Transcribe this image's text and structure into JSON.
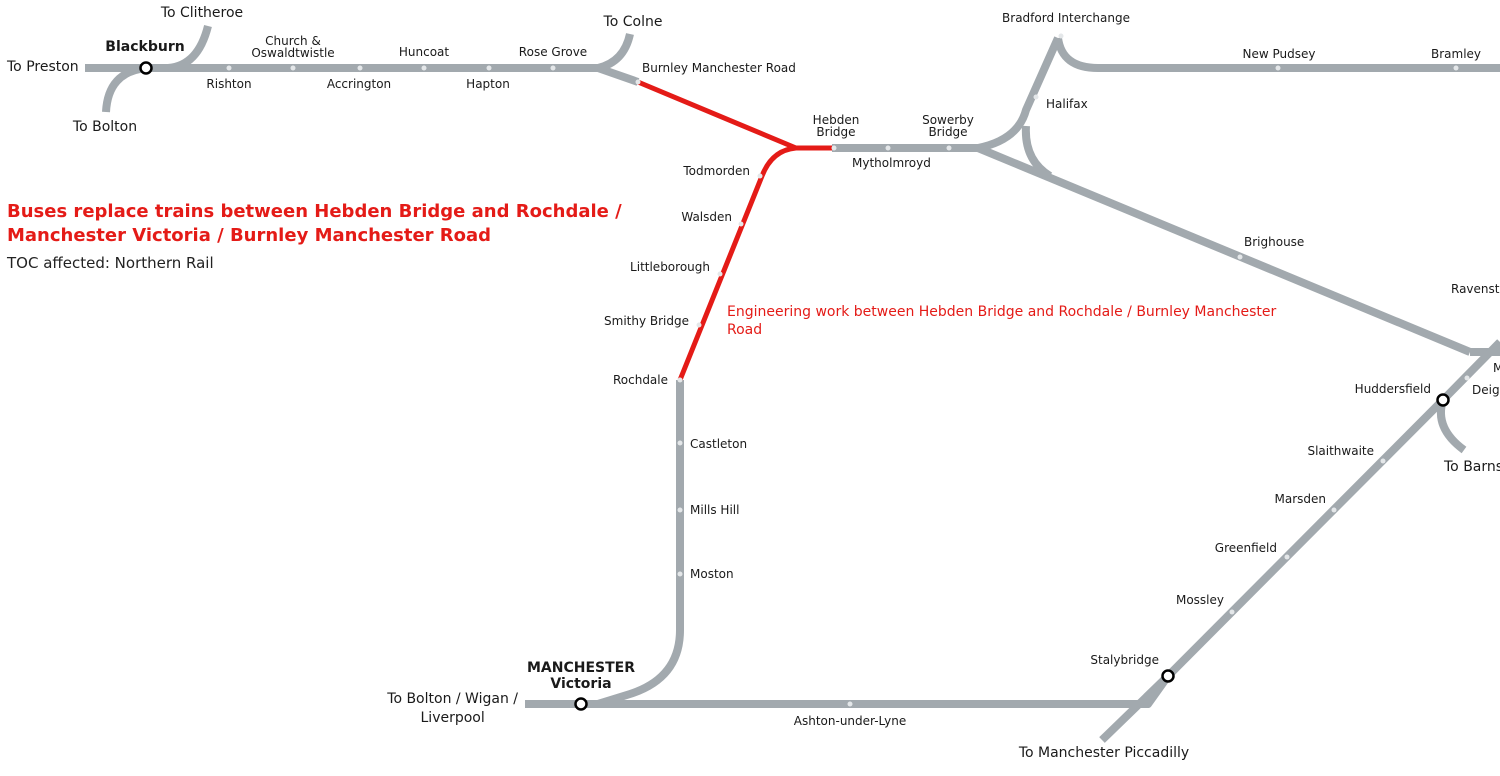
{
  "notice": {
    "title": "Buses replace trains between Hebden Bridge and Rochdale /\nManchester Victoria / Burnley Manchester Road",
    "toc": "TOC affected: Northern Rail",
    "engineering": "Engineering work between Hebden Bridge and Rochdale / Burnley Manchester Road"
  },
  "colors": {
    "track": "#a2a9ae",
    "affected": "#e41b17",
    "stop": "#e4e7e9",
    "interchange": "#000000"
  },
  "stations": {
    "blackburn": "Blackburn",
    "rishton": "Rishton",
    "church_oswaldtwistle": "Church &\nOswaldtwistle",
    "accrington": "Accrington",
    "huncoat": "Huncoat",
    "hapton": "Hapton",
    "rose_grove": "Rose Grove",
    "burnley_manchester_road": "Burnley Manchester Road",
    "hebden_bridge": "Hebden\nBridge",
    "mytholmroyd": "Mytholmroyd",
    "sowerby_bridge": "Sowerby\nBridge",
    "halifax": "Halifax",
    "bradford_interchange": "Bradford Interchange",
    "new_pudsey": "New Pudsey",
    "bramley": "Bramley",
    "brighouse": "Brighouse",
    "ravensthorpe": "Ravensth",
    "mirfield": "M",
    "deighton": "Deigh",
    "huddersfield": "Huddersfield",
    "slaithwaite": "Slaithwaite",
    "marsden": "Marsden",
    "greenfield": "Greenfield",
    "mossley": "Mossley",
    "stalybridge": "Stalybridge",
    "ashton_under_lyne": "Ashton-under-Lyne",
    "todmorden": "Todmorden",
    "walsden": "Walsden",
    "littleborough": "Littleborough",
    "smithy_bridge": "Smithy Bridge",
    "rochdale": "Rochdale",
    "castleton": "Castleton",
    "mills_hill": "Mills Hill",
    "moston": "Moston",
    "manchester_victoria_top": "MANCHESTER",
    "manchester_victoria_bottom": "Victoria"
  },
  "destinations": {
    "to_preston": "To Preston",
    "to_bolton": "To Bolton",
    "to_clitheroe": "To Clitheroe",
    "to_colne": "To Colne",
    "to_bolton_wigan_liverpool": "To Bolton / Wigan /\nLiverpool",
    "to_manchester_piccadilly": "To Manchester Piccadilly",
    "to_barnsley": "To Barns"
  }
}
